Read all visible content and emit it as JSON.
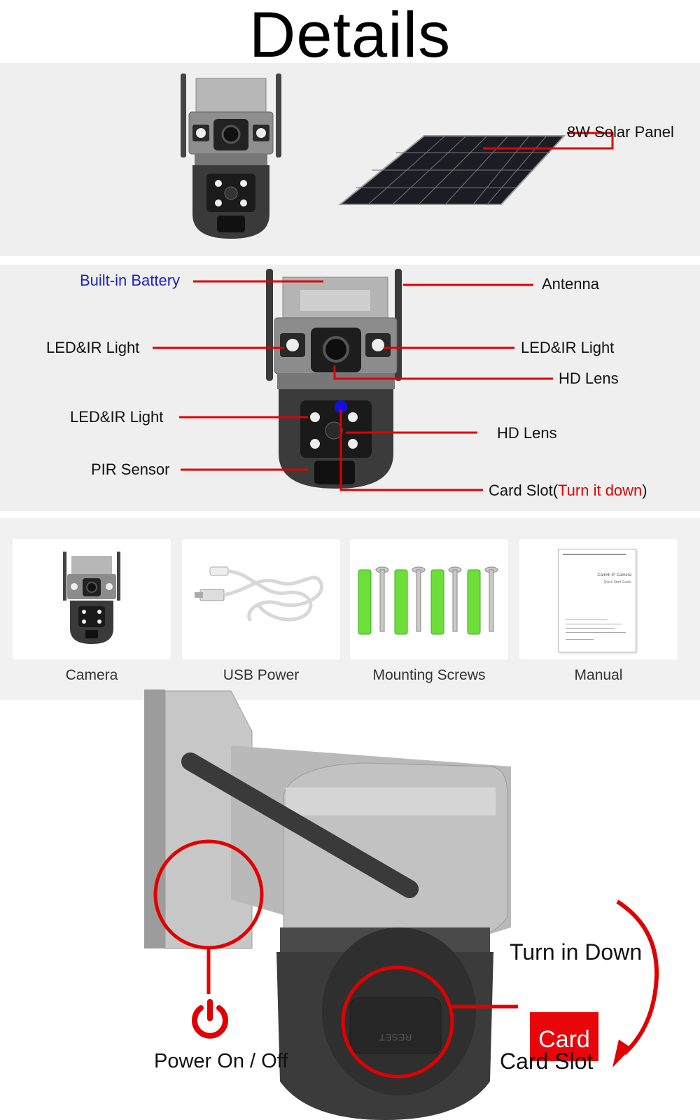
{
  "title": "Details",
  "panel1": {
    "solar_label": "8W Solar Panel"
  },
  "panel2": {
    "labels": {
      "battery": "Built-in Battery",
      "antenna": "Antenna",
      "led_left": "LED&IR Light",
      "led_right": "LED&IR Light",
      "hd_lens_top": "HD Lens",
      "led_bottom": "LED&IR Light",
      "hd_lens_bottom": "HD Lens",
      "pir": "PIR Sensor",
      "card_slot": "Card Slot(",
      "card_slot_hint": "Turn it down",
      "card_slot_close": ")"
    }
  },
  "package": {
    "items": [
      {
        "label": "Camera"
      },
      {
        "label": "USB Power"
      },
      {
        "label": "Mounting Screws"
      },
      {
        "label": "Manual"
      }
    ],
    "manual_title": "CamHi IP Camera",
    "manual_subtitle": "Quick Start Guide"
  },
  "bottom": {
    "turn_label": "Turn in Down",
    "card_badge": "Card",
    "card_slot": "Card Slot",
    "power_label": "Power On / Off",
    "reset_text": "RESET"
  },
  "colors": {
    "accent_red": "#e00000",
    "label_blue": "#1a23c8",
    "panel_bg": "#efefef"
  }
}
